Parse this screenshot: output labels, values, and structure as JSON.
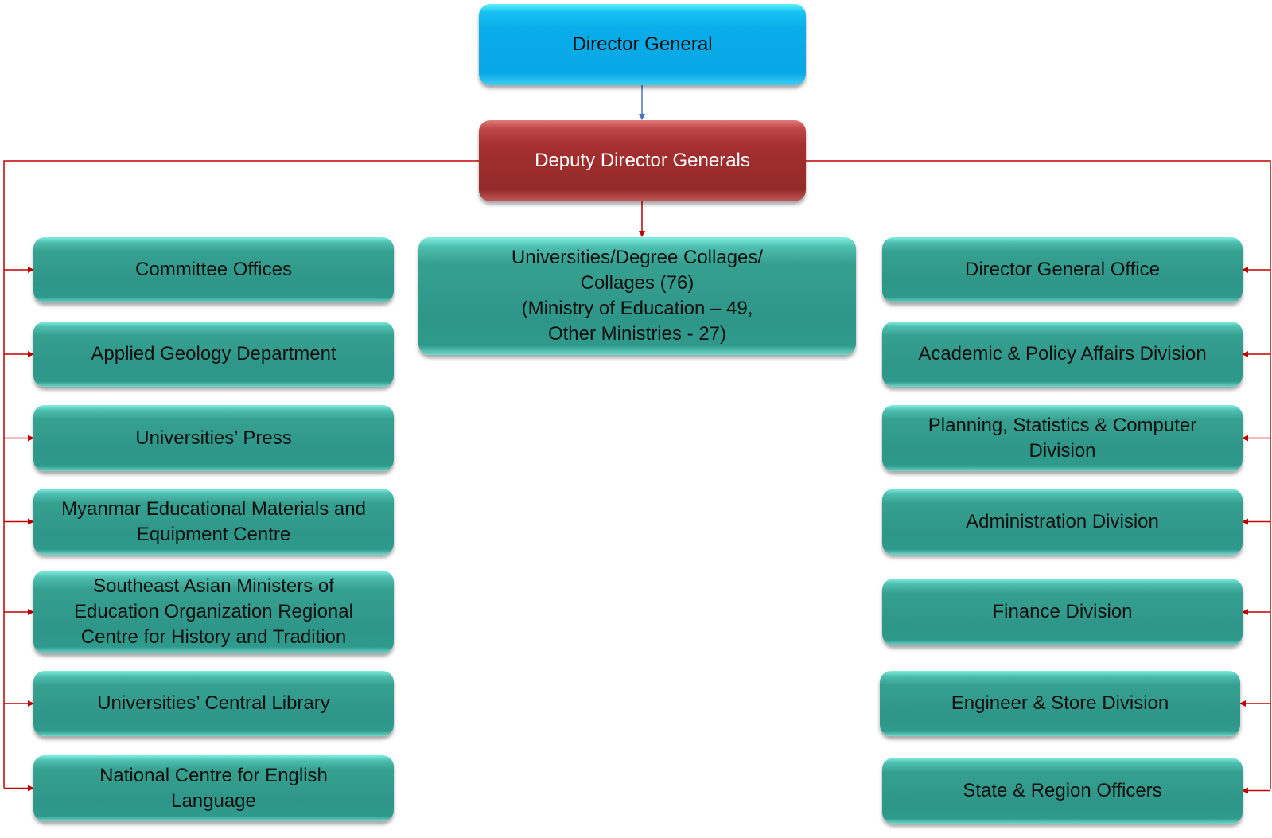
{
  "top": {
    "director_general": "Director General",
    "deputy": "Deputy Director Generals"
  },
  "center": "Universities/Degree Collages/\nCollages (76)\n(Ministry of Education – 49,\nOther Ministries - 27)",
  "left": [
    "Committee Offices",
    "Applied Geology Department",
    "Universities’ Press",
    "Myanmar Educational Materials and\nEquipment Centre",
    "Southeast Asian Ministers of\nEducation Organization Regional\nCentre for History and Tradition",
    "Universities’ Central Library",
    "National Centre for English\nLanguage"
  ],
  "right": [
    "Director General Office",
    "Academic & Policy Affairs Division",
    "Planning, Statistics & Computer\nDivision",
    "Administration Division",
    "Finance Division",
    "Engineer & Store Division",
    "State & Region Officers"
  ],
  "colors": {
    "connector_red": "#c00000",
    "connector_blue": "#4472c4"
  }
}
